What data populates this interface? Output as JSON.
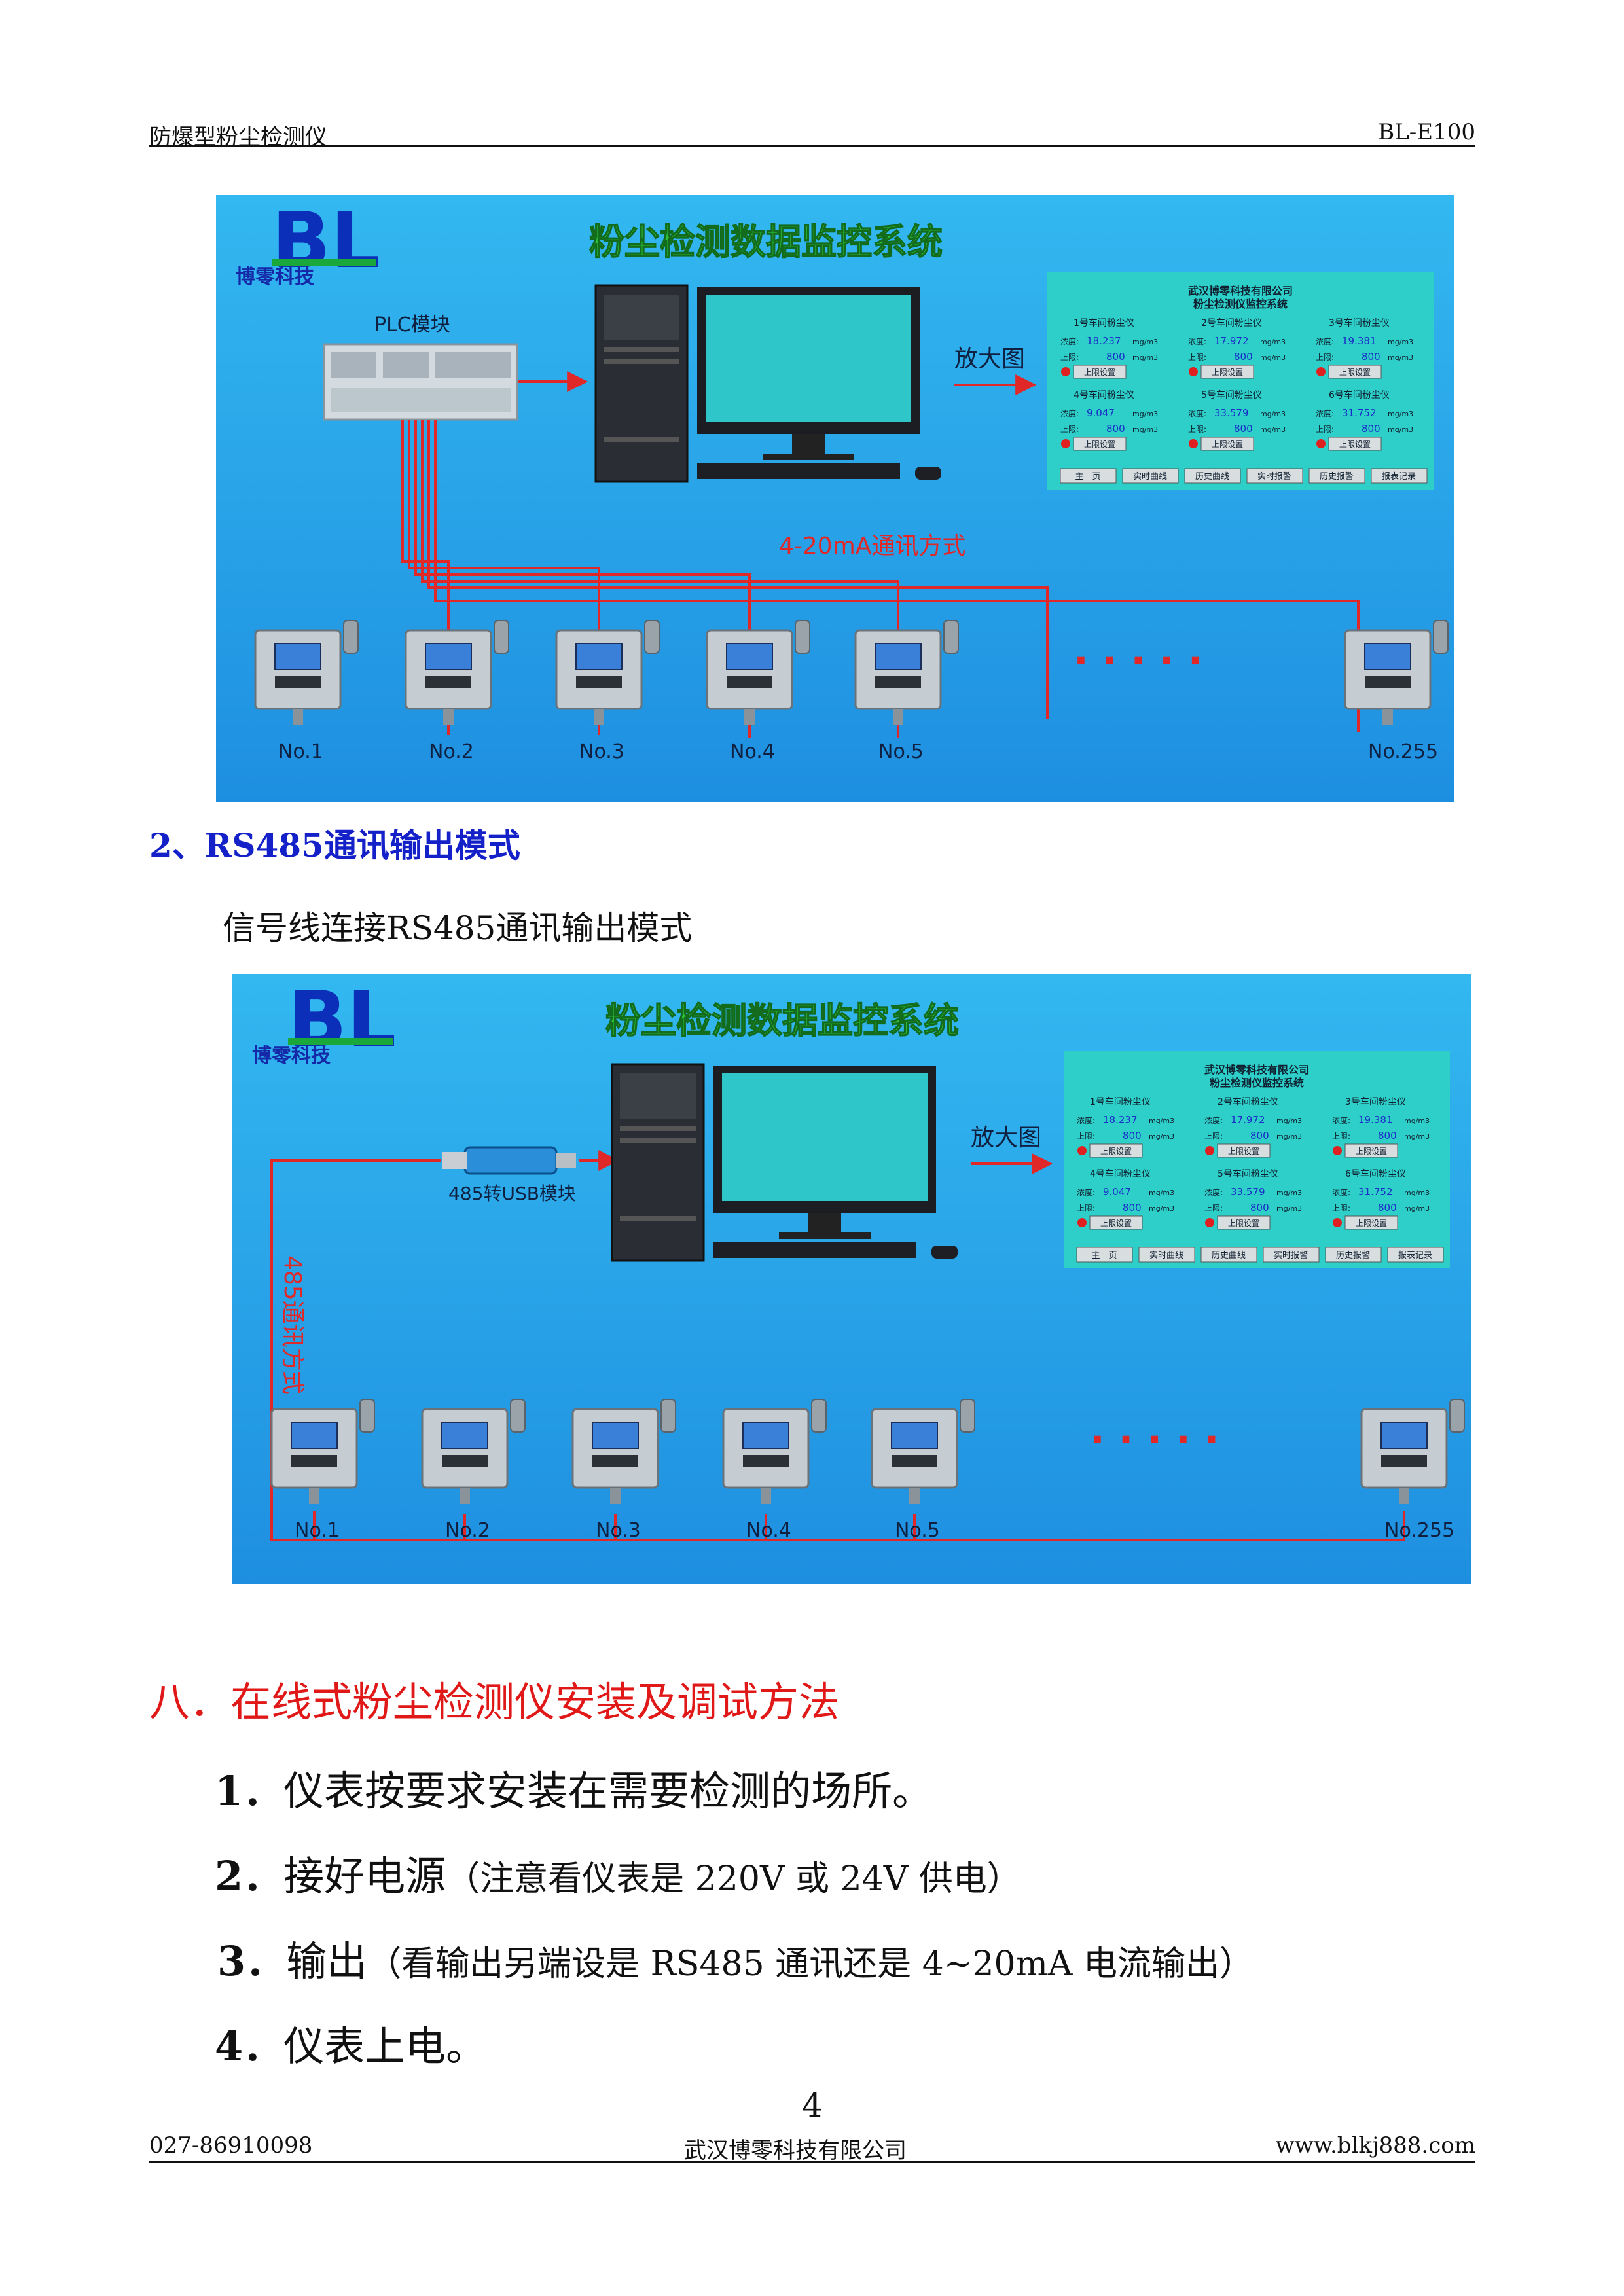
{
  "header": {
    "left": "防爆型粉尘检测仪",
    "right": "BL-E100"
  },
  "diagram1": {
    "brand_letters": "BL",
    "brand_name": "博零科技",
    "title": "粉尘检测数据监控系统",
    "module_label": "PLC模块",
    "zoom_label": "放大图",
    "comm_label": "4-20mA通讯方式",
    "dots": "· · · · ·",
    "devices": [
      "No.1",
      "No.2",
      "No.3",
      "No.4",
      "No.5",
      "No.255"
    ],
    "panel": {
      "company": "武汉博零科技有限公司",
      "system": "粉尘检测仪监控系统",
      "units": [
        {
          "name": "1号车间粉尘仪",
          "value": "18.237",
          "limit": "800"
        },
        {
          "name": "2号车间粉尘仪",
          "value": "17.972",
          "limit": "800"
        },
        {
          "name": "3号车间粉尘仪",
          "value": "19.381",
          "limit": "800"
        },
        {
          "name": "4号车间粉尘仪",
          "value": "9.047",
          "limit": "800"
        },
        {
          "name": "5号车间粉尘仪",
          "value": "33.579",
          "limit": "800"
        },
        {
          "name": "6号车间粉尘仪",
          "value": "31.752",
          "limit": "800"
        }
      ],
      "unit_text": "mg/m3",
      "conc_label": "浓度:",
      "limit_label": "上限:",
      "setting_btn": "上限设置",
      "nav": [
        "主　页",
        "实时曲线",
        "历史曲线",
        "实时报警",
        "历史报警",
        "报表记录"
      ]
    }
  },
  "section2": {
    "heading": "2、RS485通讯输出模式",
    "text": "信号线连接RS485通讯输出模式"
  },
  "diagram2": {
    "module_label": "485转USB模块",
    "comm_label": "485通讯方式"
  },
  "section8": {
    "heading": "八．在线式粉尘检测仪安装及调试方法",
    "steps": [
      {
        "num": "1．",
        "main": "仪表按要求安装在需要检测的场所。",
        "note": ""
      },
      {
        "num": "2．",
        "main": "接好电源",
        "note": "（注意看仪表是 220V 或 24V 供电）"
      },
      {
        "num": "3．",
        "main": "输出",
        "note": "（看输出另端设是 RS485 通讯还是 4~20mA 电流输出）"
      },
      {
        "num": "4．",
        "main": "仪表上电。",
        "note": ""
      }
    ]
  },
  "page_number": "4",
  "footer": {
    "left": "027-86910098",
    "center": "武汉博零科技有限公司",
    "right": "www.blkj888.com"
  }
}
